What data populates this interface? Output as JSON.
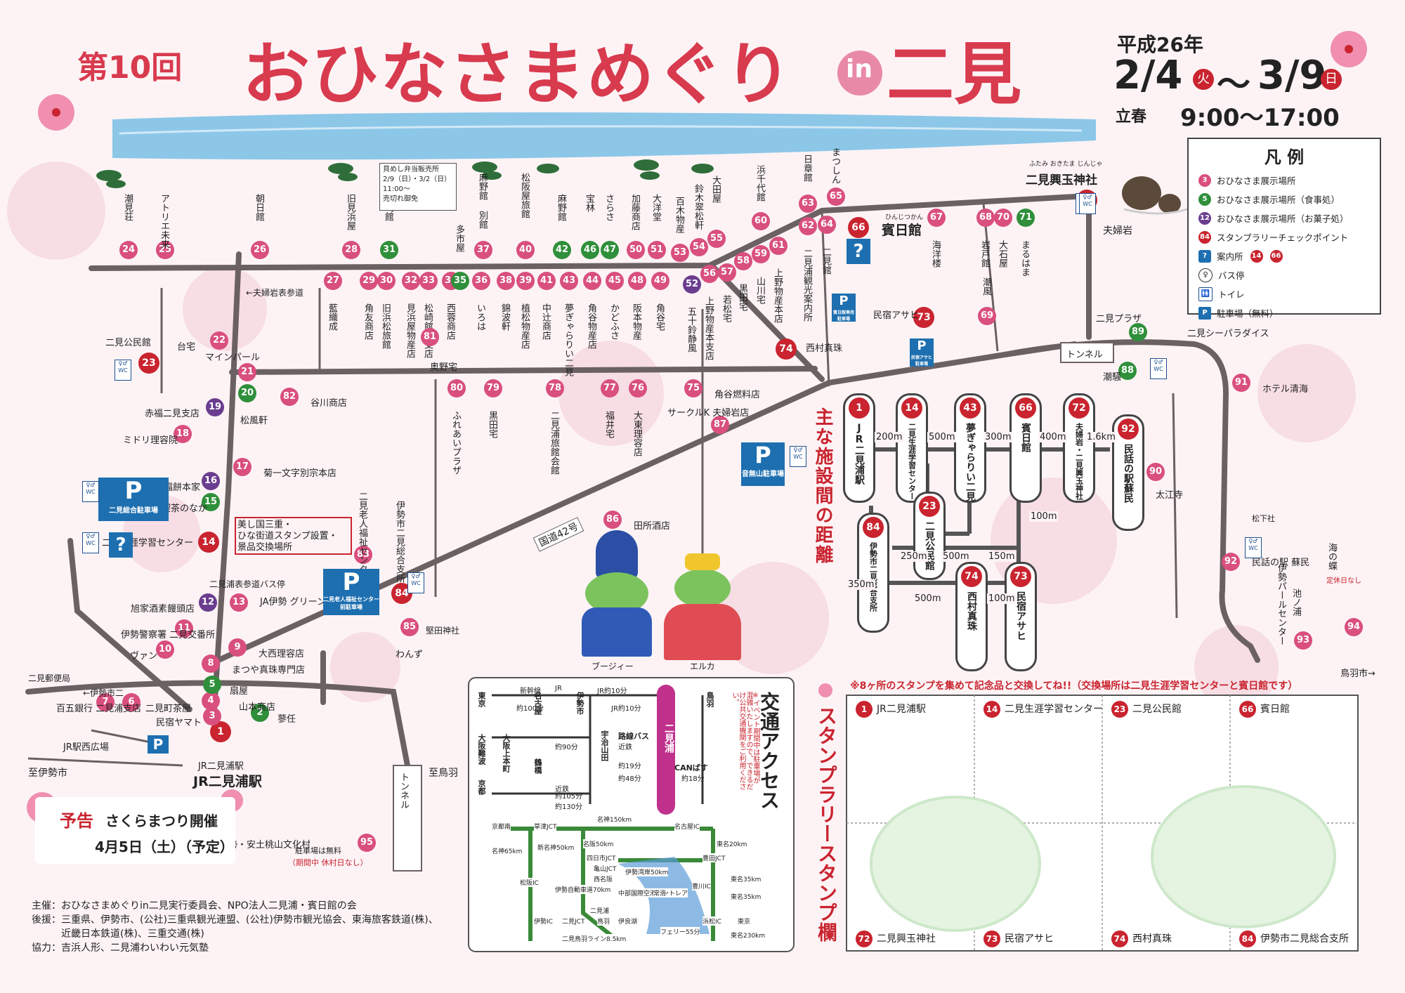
{
  "header": {
    "edition": "第10回",
    "title": "おひなさまめぐり",
    "in": "in",
    "place": "二見",
    "era_year": "平成26年",
    "start_date": "2/4",
    "start_day": "火",
    "range_sep": "〜",
    "end_date": "3/9",
    "end_day": "日",
    "risshun": "立春",
    "hours": "9:00〜17:00"
  },
  "legend": {
    "title": "凡 例",
    "items": [
      {
        "label": "おひなさま展示場所",
        "color": "#d94f7e",
        "sample": "3"
      },
      {
        "label": "おひなさま展示場所（食事処）",
        "color": "#2f8f3a",
        "sample": "5"
      },
      {
        "label": "おひなさま展示場所（お菓子処）",
        "color": "#6a3d8f",
        "sample": "12"
      },
      {
        "label": "スタンプラリーチェックポイント",
        "color": "#c9242f",
        "sample": "84"
      },
      {
        "label": "案内所",
        "extra1": "14",
        "extra2": "66"
      },
      {
        "label": "バス停"
      },
      {
        "label": "トイレ"
      },
      {
        "label": "駐車場（無料）"
      }
    ]
  },
  "map": {
    "shrine_name": "二見興玉神社",
    "shrine_ruby": "ふたみ おきたま じんじゃ",
    "meoto_iwa": "夫婦岩",
    "tunnel_label": "トンネル",
    "tunnel2_label": "トンネル",
    "to_ise": "至伊勢市",
    "to_toba": "至鳥羽",
    "to_toba2": "鳥羽市→",
    "route": "国道42号",
    "jr_station": "JR二見浦駅",
    "jr_plaza": "JR駅西広場",
    "post_office": "二見郵便局",
    "toward_meoto": "←夫婦岩表参道",
    "toward_meoto2": "←伊勢市二",
    "bus_stop_label": "二見浦表参道バス停",
    "bento": "貝めし弁当販売所",
    "bento_dates": "2/9（日）・3/2（日）",
    "bento_time": "11:00〜",
    "bento_note": "売切れ御免",
    "stamp_shop": "美し国三重・",
    "stamp_shop2": "ひな街道スタンプ設置・",
    "stamp_shop3": "景品交換場所",
    "hinjitsukan": "賓日館",
    "hinjitsukan_ruby": "ひんじつかん",
    "parking1": "二見総合駐車場",
    "parking2": "音無山駐車場",
    "parking3": "二見老人福祉センター前駐車場",
    "parking4": "賓日館専用駐車場",
    "parking5": "民宿アサヒ駐車場",
    "yoshida": "ブージィー",
    "erka": "エルカ",
    "grandma_note": "定休日なし",
    "matsushita": "松下社"
  },
  "markers": [
    {
      "n": "1",
      "label": "JR二見浦駅"
    },
    {
      "n": "2",
      "label": "蓼任"
    },
    {
      "n": "3",
      "label": "民宿ヤマト"
    },
    {
      "n": "4",
      "label": "山本商店"
    },
    {
      "n": "5",
      "label": "扇屋"
    },
    {
      "n": "6",
      "label": "二見町茶屋"
    },
    {
      "n": "7",
      "label": "百五銀行 二見浦支店"
    },
    {
      "n": "8",
      "label": "まつや真珠専門店"
    },
    {
      "n": "9",
      "label": "大西理容店"
    },
    {
      "n": "10",
      "label": "ヴァン"
    },
    {
      "n": "11",
      "label": "伊勢警察署 二見交番所"
    },
    {
      "n": "12",
      "label": "旭家酒素饅頭店"
    },
    {
      "n": "13",
      "label": "JA伊勢 グリーンコープ二見"
    },
    {
      "n": "14",
      "label": "二見生涯学習センター"
    },
    {
      "n": "15",
      "label": "喫茶のなか"
    },
    {
      "n": "16",
      "label": "御福餅本家"
    },
    {
      "n": "17",
      "label": "菊一文字別宗本店"
    },
    {
      "n": "18",
      "label": "ミドリ理容院"
    },
    {
      "n": "19",
      "label": "赤福二見支店"
    },
    {
      "n": "20",
      "label": "松風軒"
    },
    {
      "n": "21",
      "label": "マインパール"
    },
    {
      "n": "22",
      "label": "台宅"
    },
    {
      "n": "23",
      "label": "二見公民館"
    },
    {
      "n": "24",
      "label": "潮見荘"
    },
    {
      "n": "25",
      "label": "アトリエ未来"
    },
    {
      "n": "26",
      "label": "朝日館"
    },
    {
      "n": "27",
      "label": "藍織成"
    },
    {
      "n": "28",
      "label": "旧見浜屋"
    },
    {
      "n": "29",
      "label": "角友商店"
    },
    {
      "n": "30",
      "label": "旧浜松旅館"
    },
    {
      "n": "31",
      "label": "松崎館"
    },
    {
      "n": "32",
      "label": "見浜屋物産店"
    },
    {
      "n": "33",
      "label": "松崎館東支店"
    },
    {
      "n": "34",
      "label": "西蓉商店"
    },
    {
      "n": "35",
      "label": "多市屋"
    },
    {
      "n": "36",
      "label": "いろは"
    },
    {
      "n": "37",
      "label": "麻野館 別館"
    },
    {
      "n": "38",
      "label": "錦波軒"
    },
    {
      "n": "39",
      "label": "植松物産店"
    },
    {
      "n": "40",
      "label": "松阪屋旅館"
    },
    {
      "n": "41",
      "label": "中辻商店"
    },
    {
      "n": "42",
      "label": "麻野館"
    },
    {
      "n": "43",
      "label": "夢ぎゃらりい二見"
    },
    {
      "n": "44",
      "label": "角谷物産店"
    },
    {
      "n": "45",
      "label": "かどふさ"
    },
    {
      "n": "46",
      "label": "宝林"
    },
    {
      "n": "47",
      "label": "さらさ"
    },
    {
      "n": "48",
      "label": "阪本物産"
    },
    {
      "n": "49",
      "label": "角谷宅"
    },
    {
      "n": "50",
      "label": "加藤商店"
    },
    {
      "n": "51",
      "label": "大洋堂"
    },
    {
      "n": "52",
      "label": "五十鈴静風"
    },
    {
      "n": "53",
      "label": "百木物産"
    },
    {
      "n": "54",
      "label": "鈴木翠松軒"
    },
    {
      "n": "55",
      "label": "大田屋"
    },
    {
      "n": "56",
      "label": "上野物産本支店"
    },
    {
      "n": "57",
      "label": "若松宅"
    },
    {
      "n": "58",
      "label": "黒田宅"
    },
    {
      "n": "59",
      "label": "山川宅"
    },
    {
      "n": "60",
      "label": "浜千代館"
    },
    {
      "n": "61",
      "label": "上野物産本店"
    },
    {
      "n": "62",
      "label": "二見浦観光案内所"
    },
    {
      "n": "63",
      "label": "日章館"
    },
    {
      "n": "64",
      "label": "二見館"
    },
    {
      "n": "65",
      "label": "まつしん"
    },
    {
      "n": "66",
      "label": "賓日館"
    },
    {
      "n": "67",
      "label": "海洋楼"
    },
    {
      "n": "68",
      "label": "岩戸館"
    },
    {
      "n": "69",
      "label": "潮風"
    },
    {
      "n": "70",
      "label": "大石屋"
    },
    {
      "n": "71",
      "label": "まるはま"
    },
    {
      "n": "72",
      "label": "二見興玉神社"
    },
    {
      "n": "73",
      "label": "民宿アサヒ"
    },
    {
      "n": "74",
      "label": "西村真珠"
    },
    {
      "n": "75",
      "label": "角谷燃料店"
    },
    {
      "n": "76",
      "label": "大東理容店"
    },
    {
      "n": "77",
      "label": "福井宅"
    },
    {
      "n": "78",
      "label": "二見浦旅館会館"
    },
    {
      "n": "79",
      "label": "黒田宅"
    },
    {
      "n": "80",
      "label": "ふれあいプラザ"
    },
    {
      "n": "81",
      "label": "奥野宅"
    },
    {
      "n": "82",
      "label": "谷川商店"
    },
    {
      "n": "83",
      "label": "二見老人福祉センター"
    },
    {
      "n": "84",
      "label": "伊勢市二見総合支所"
    },
    {
      "n": "85",
      "label": "わんず"
    },
    {
      "n": "86",
      "label": "田所酒店"
    },
    {
      "n": "87",
      "label": "サークルK 夫婦岩店"
    },
    {
      "n": "88",
      "label": "潮騒"
    },
    {
      "n": "89",
      "label": "二見プラザ"
    },
    {
      "n": "90",
      "label": "太江寺"
    },
    {
      "n": "91",
      "label": "ホテル清海"
    },
    {
      "n": "92",
      "label": "民話の駅 蘇民"
    },
    {
      "n": "93",
      "label": "伊勢パールセンター"
    },
    {
      "n": "94",
      "label": "海の蝶"
    },
    {
      "n": "95",
      "label": "伊勢・安土桃山文化村"
    }
  ],
  "extra_labels": {
    "sea_paradise": "二見シーパラダイス",
    "kumo": "二見公民館",
    "kaitaku": "堅田神社",
    "ikenoura": "池ノ浦"
  },
  "distances": {
    "title": "主な施設間の距離",
    "pills": [
      {
        "n": "1",
        "name": "JR二見浦駅"
      },
      {
        "n": "14",
        "name": "二見生涯学習センター"
      },
      {
        "n": "43",
        "name": "夢ぎゃらりい二見"
      },
      {
        "n": "66",
        "name": "賓日館"
      },
      {
        "n": "72",
        "name": "夫婦岩・二見興玉神社"
      },
      {
        "n": "92",
        "name": "民話の駅蘇民"
      },
      {
        "n": "23",
        "name": "二見公民館"
      },
      {
        "n": "84",
        "name": "伊勢市二見総合支所"
      },
      {
        "n": "74",
        "name": "西村真珠"
      },
      {
        "n": "73",
        "name": "民宿アサヒ"
      }
    ],
    "values": [
      "200m",
      "500m",
      "300m",
      "400m",
      "1.6km",
      "100m",
      "250m",
      "500m",
      "150m",
      "350m",
      "500m",
      "100m"
    ]
  },
  "kotsu": {
    "title": "交通アクセス",
    "note": "※イベント期間中は駐車場が混雑いたしますので、できるだけ公共交通機関をご利用ください。",
    "rail_lines": [
      "新幹線",
      "JR",
      "JR約10分",
      "JR約10分",
      "約100分",
      "約90分",
      "近鉄",
      "約105分",
      "近鉄",
      "約130分",
      "約19分",
      "約48分",
      "約18分"
    ],
    "stations": [
      "東京",
      "名古屋",
      "大阪難波",
      "大阪上本町",
      "京都",
      "鶴橋",
      "伊勢市",
      "宇治山田",
      "二見浦",
      "鳥羽",
      "路線バス",
      "CANばす"
    ],
    "road": [
      "京都南",
      "草津JCT",
      "名神150km",
      "名古屋IC",
      "名神65km",
      "新名神50km",
      "名阪50km",
      "東名20km",
      "四日市JCT",
      "亀山JCT",
      "豊田JCT",
      "伊勢湾岸50km",
      "松阪IC",
      "伊勢自動車道70km",
      "中部国際空港セントレア",
      "常滑",
      "豊川IC",
      "二見浦",
      "伊勢IC",
      "二見JCT",
      "二見鳥羽ライン8.5km",
      "鳥羽",
      "伊良湖",
      "フェリー55分",
      "浜松IC",
      "東京",
      "東名230km",
      "東名35km",
      "東名35km",
      "西名阪"
    ]
  },
  "stamp": {
    "notice": "※8ヶ所のスタンプを集めて記念品と交換してね!!（交換場所は二見生涯学習センターと賓日館です）",
    "vertical_title": "スタンプラリースタンプ欄",
    "cells": [
      {
        "n": "1",
        "label": "JR二見浦駅"
      },
      {
        "n": "14",
        "label": "二見生涯学習センター"
      },
      {
        "n": "23",
        "label": "二見公民館"
      },
      {
        "n": "66",
        "label": "賓日館"
      },
      {
        "n": "72",
        "label": "二見興玉神社"
      },
      {
        "n": "73",
        "label": "民宿アサヒ"
      },
      {
        "n": "74",
        "label": "西村真珠"
      },
      {
        "n": "84",
        "label": "伊勢市二見総合支所"
      }
    ]
  },
  "notice": {
    "yokoku": "予告",
    "event": "さくらまつり開催",
    "date": "4月5日（土）（予定）"
  },
  "bunka": {
    "parking": "駐車場は無料",
    "holiday": "（期間中 休村日なし）"
  },
  "credits": {
    "shusai": "主催：おひなさまめぐりin二見実行委員会、NPO法人二見浦・賓日館の会",
    "koen": "後援：三重県、伊勢市、(公社)三重県観光連盟、(公社)伊勢市観光協会、東海旅客鉄道(株)、",
    "koen2": "近畿日本鉄道(株)、三重交通(株)",
    "kyoryoku": "協力：吉浜人形、二見浦わいわい元気塾"
  },
  "colors": {
    "title_red": "#d83a4e",
    "road": "#6b6163",
    "sea": "#8cc7e8",
    "pink_marker": "#d94f7e",
    "green_marker": "#2f8f3a",
    "purple_marker": "#6a3d8f",
    "stamp_marker": "#c9242f",
    "parking_blue": "#1d6fb0"
  }
}
